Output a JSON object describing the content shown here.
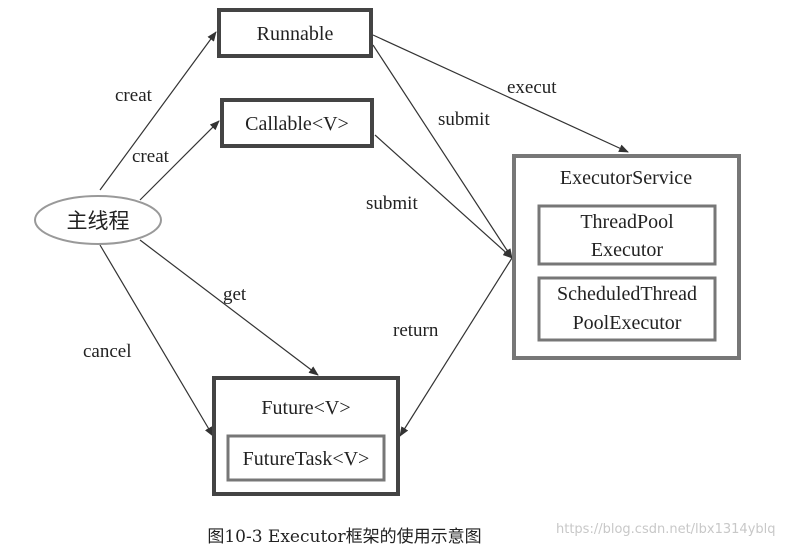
{
  "nodes": {
    "main_thread": "主线程",
    "runnable": "Runnable",
    "callable": "Callable<V>",
    "executor_service": "ExecutorService",
    "thread_pool_line1": "ThreadPool",
    "thread_pool_line2": "Executor",
    "scheduled_line1": "ScheduledThread",
    "scheduled_line2": "PoolExecutor",
    "future": "Future<V>",
    "future_task": "FutureTask<V>"
  },
  "edges": {
    "creat_runnable": "creat",
    "creat_callable": "creat",
    "execut": "execut",
    "submit_runnable": "submit",
    "submit_callable": "submit",
    "get": "get",
    "cancel": "cancel",
    "return": "return"
  },
  "caption": "图10-3   Executor框架的使用示意图",
  "watermark": "https://blog.csdn.net/lbx1314yblq",
  "colors": {
    "box_border": "#444444",
    "inner_box_border": "#777777",
    "ellipse_border": "#999999",
    "arrow": "#333333"
  }
}
